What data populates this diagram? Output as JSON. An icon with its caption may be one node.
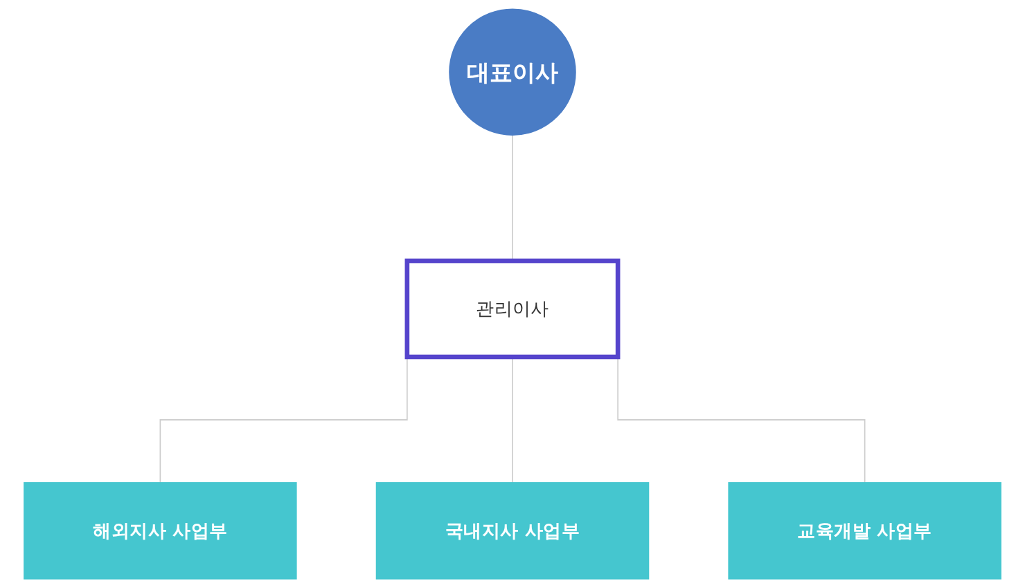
{
  "diagram": {
    "nodes": [
      {
        "text": [
          "대표이사"
        ]
      },
      {
        "text": [
          "관리이사"
        ]
      },
      {
        "text": [
          "해외지사 사업부"
        ]
      },
      {
        "text": [
          "국내지사 사업부"
        ]
      },
      {
        "text": [
          "교육개발 사업부"
        ]
      }
    ],
    "edges": [
      {
        "from": 0,
        "to": 1,
        "arrow": "none"
      },
      {
        "from": 1,
        "to": 2,
        "arrow": "none"
      },
      {
        "from": 1,
        "to": 3,
        "arrow": "none"
      },
      {
        "from": 1,
        "to": 4,
        "arrow": "none"
      }
    ]
  }
}
